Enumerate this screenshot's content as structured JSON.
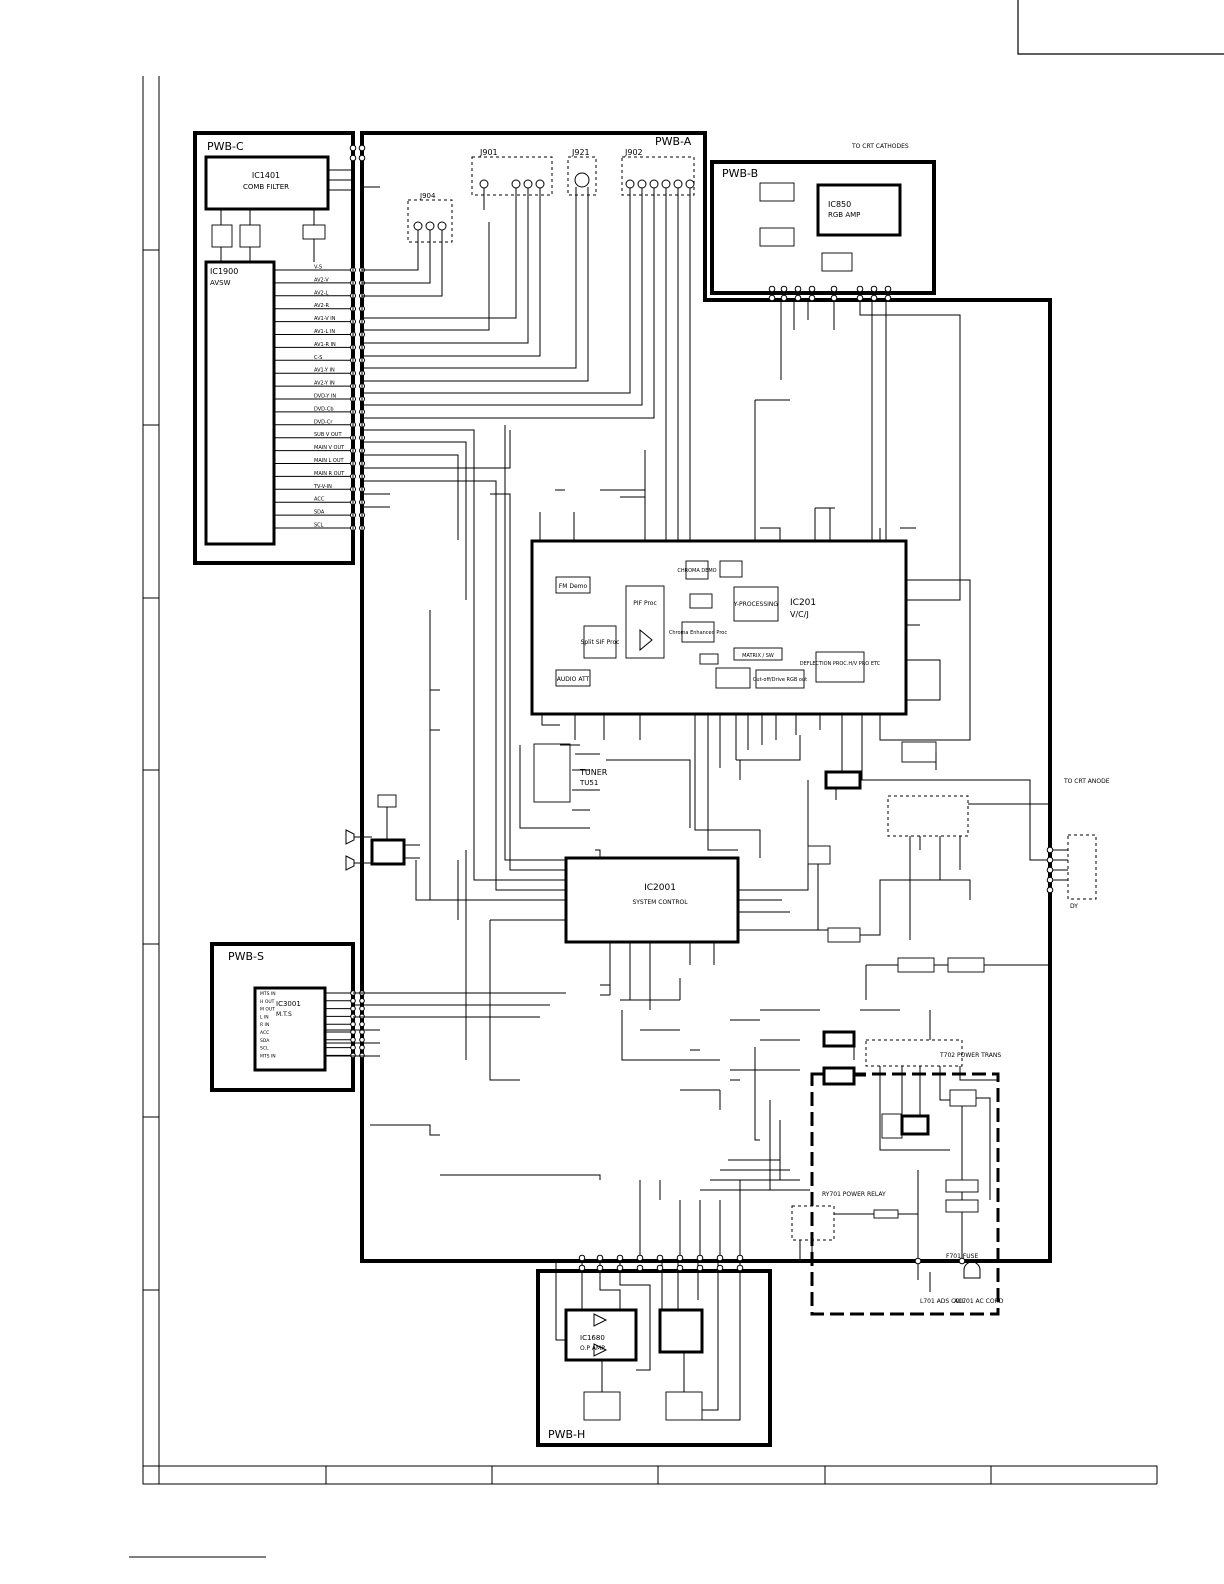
{
  "boards": {
    "pwb_a": "PWB-A",
    "pwb_b": "PWB-B",
    "pwb_c": "PWB-C",
    "pwb_s": "PWB-S",
    "pwb_h": "PWB-H"
  },
  "ics": {
    "ic1401": {
      "name": "IC1401",
      "desc": "COMB FILTER"
    },
    "ic1900": {
      "name": "IC1900",
      "desc": "AVSW"
    },
    "ic850": {
      "name": "IC850",
      "desc": "RGB AMP"
    },
    "ic201": {
      "name": "IC201",
      "desc": "V/C/J"
    },
    "ic2001": {
      "name": "IC2001",
      "desc": "SYSTEM CONTROL"
    },
    "ic3001": {
      "name": "IC3001",
      "desc": "M.T.S"
    },
    "ic1680": {
      "name": "IC1680",
      "desc": "O.P AMP"
    },
    "tuner": {
      "name": "TUNER",
      "desc": "TU51"
    }
  },
  "jacks": {
    "j901": "J901",
    "j921": "J921",
    "j902": "J902",
    "j904": "J904"
  },
  "ic201_blocks": {
    "fm_demo": "FM Demo",
    "audio_att": "AUDIO ATT",
    "split_sif": "Split SIF Proc",
    "pif_proc": "PIF Proc",
    "chroma_demo": "CHROMA DEMO",
    "y_proc": "Y-PROCESSING",
    "chroma_enh": "Chroma Enhanced Proc",
    "matrix": "MATRIX / SW",
    "cutoff": "Cut-off/Drive RGB out",
    "deflection": "DEFLECTION PROC.H/V PRO ETC"
  },
  "right_labels": {
    "power_relay": "RY701 POWER RELAY",
    "power_trans": "T702 POWER TRANS",
    "fuse": "F701 FUSE",
    "ac_cord": "AC701 AC CORD",
    "ads_coil": "L701 ADS COIL",
    "crt_anode": "TO CRT ANODE",
    "crt_cathodes": "TO CRT CATHODES",
    "dy": "DY"
  },
  "avsw_pins": [
    "V-S",
    "AV2-V",
    "AV2-L",
    "AV2-R",
    "AV1-V IN",
    "AV1-L IN",
    "AV1-R IN",
    "C-S",
    "AV1-Y IN",
    "AV2-Y IN",
    "DVD-Y IN",
    "DVD-Cb",
    "DVD-Cr",
    "SUB V OUT",
    "MAIN V OUT",
    "MAIN L OUT",
    "MAIN R OUT",
    "TV-V-IN",
    "ACC",
    "SDA",
    "SCL"
  ],
  "mts_pins": [
    "MTS IN",
    "H OUT",
    "M OUT",
    "L IN",
    "R IN",
    "ACC",
    "SDA",
    "SCL",
    "MTS IN"
  ],
  "bottom_ruler": [
    "",
    "",
    "",
    "",
    "",
    ""
  ]
}
